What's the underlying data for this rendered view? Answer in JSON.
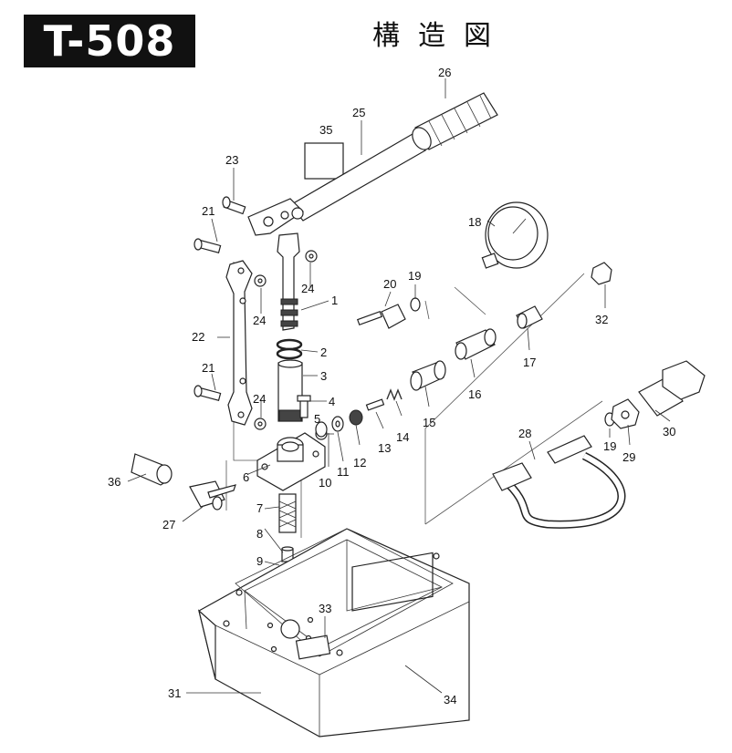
{
  "header": {
    "model": "T-508",
    "title": "構造図"
  },
  "callouts": [
    "1",
    "2",
    "3",
    "4",
    "5",
    "6",
    "7",
    "8",
    "9",
    "10",
    "11",
    "12",
    "13",
    "14",
    "15",
    "16",
    "17",
    "18",
    "19",
    "19",
    "20",
    "21",
    "21",
    "22",
    "23",
    "24",
    "24",
    "24",
    "25",
    "26",
    "27",
    "28",
    "29",
    "30",
    "31",
    "32",
    "33",
    "34",
    "35",
    "36"
  ]
}
